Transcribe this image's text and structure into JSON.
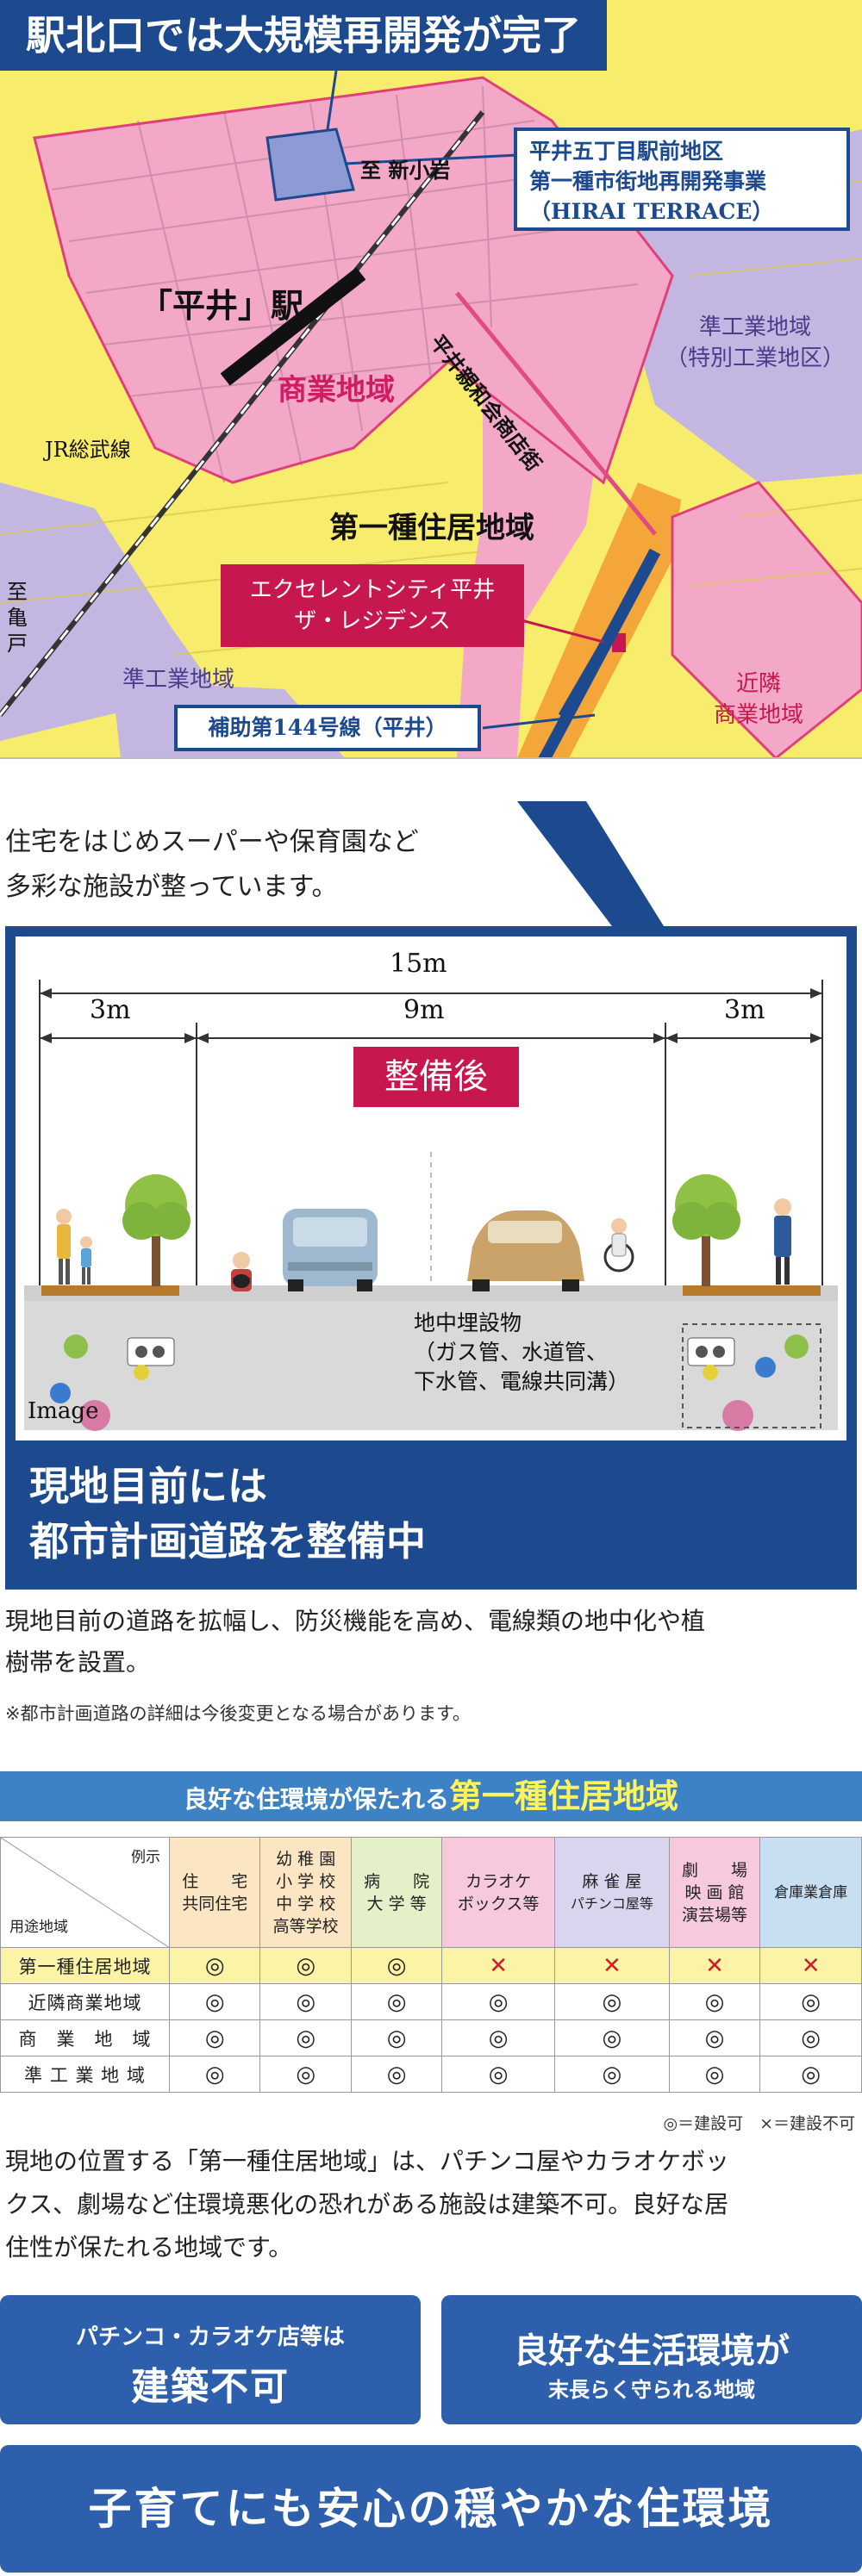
{
  "map": {
    "title": "駅北口では大規模再開発が完了",
    "redevelopment_callout": [
      "平井五丁目駅前地区",
      "第一種市街地再開発事業",
      "（HIRAI TERRACE）"
    ],
    "to_shinkoiwa": "至 新小岩",
    "station": "「平井」駅",
    "commercial_zone": "商業地域",
    "shopping_street": "平井親和会商店街",
    "jr_line": "JR総武線",
    "semi_industrial_special": [
      "準工業地域",
      "（特別工業地区）"
    ],
    "residential_zone": "第一種住居地域",
    "property_label": [
      "エクセレントシティ平井",
      "ザ・レジデンス"
    ],
    "to_kameido": [
      "至",
      "亀",
      "戸"
    ],
    "semi_industrial": "準工業地域",
    "neighborhood_commercial": [
      "近隣",
      "商業地域"
    ],
    "road_callout": "補助第144号線（平井）",
    "colors": {
      "commercial": "#f3a8c8",
      "residential": "#f8ec6c",
      "industrial": "#c3b6e0",
      "semi_commercial": "#f5a63b",
      "brand": "#1d4a8f",
      "property": "#c6184f"
    }
  },
  "intro_text": [
    "住宅をはじめスーパーや保育園など",
    "多彩な施設が整っています。"
  ],
  "road": {
    "total_width": "15m",
    "left_width": "3m",
    "middle_width": "9m",
    "right_width": "3m",
    "after_label": "整備後",
    "underground_label": [
      "地中埋設物",
      "（ガス管、水道管、",
      "下水管、電線共同溝）"
    ],
    "image_note": "Image",
    "headline": [
      "現地目前には",
      "都市計画道路を整備中"
    ]
  },
  "road_text": [
    "現地目前の道路を拡幅し、防災機能を高め、電線類の地中化や植",
    "樹帯を設置。"
  ],
  "road_note": "※都市計画道路の詳細は今後変更となる場合があります。",
  "table": {
    "title_prefix": "良好な住環境が保たれる",
    "title_big": "第一種住居地域",
    "corner_top": "例示",
    "corner_bottom": "用途地域",
    "columns": [
      [
        "住　　宅",
        "共同住宅"
      ],
      [
        "幼 稚 園",
        "小 学 校",
        "中 学 校",
        "高等学校"
      ],
      [
        "病　　院",
        "大 学 等"
      ],
      [
        "カラオケ",
        "ボックス等"
      ],
      [
        "麻 雀 屋",
        "パチンコ屋等"
      ],
      [
        "劇　　場",
        "映 画 館",
        "演芸場等"
      ],
      [
        "倉庫業倉庫"
      ]
    ],
    "column_colors": [
      "#fbe5c2",
      "#fbe5c2",
      "#e3f0c8",
      "#f7c9dc",
      "#dad4ef",
      "#f7c9dc",
      "#c8dff2"
    ],
    "rows": [
      {
        "name": "第一種住居地域",
        "values": [
          "◎",
          "◎",
          "◎",
          "✕",
          "✕",
          "✕",
          "✕"
        ]
      },
      {
        "name": "近隣商業地域",
        "values": [
          "◎",
          "◎",
          "◎",
          "◎",
          "◎",
          "◎",
          "◎"
        ]
      },
      {
        "name": "商　業　地　域",
        "values": [
          "◎",
          "◎",
          "◎",
          "◎",
          "◎",
          "◎",
          "◎"
        ]
      },
      {
        "name": "準 工 業 地 域",
        "values": [
          "◎",
          "◎",
          "◎",
          "◎",
          "◎",
          "◎",
          "◎"
        ]
      }
    ],
    "legend": "◎＝建設可　×＝建設不可"
  },
  "zone_text": [
    "現地の位置する「第一種住居地域」は、パチンコ屋やカラオケボッ",
    "クス、劇場など住環境悪化の恐れがある施設は建築不可。良好な居",
    "住性が保たれる地域です。"
  ],
  "badges": {
    "left_small": "パチンコ・カラオケ店等は",
    "left_big": "建築不可",
    "right_big": "良好な生活環境が",
    "right_small": "末長らく守られる地域",
    "bottom": "子育てにも安心の穏やかな住環境"
  }
}
